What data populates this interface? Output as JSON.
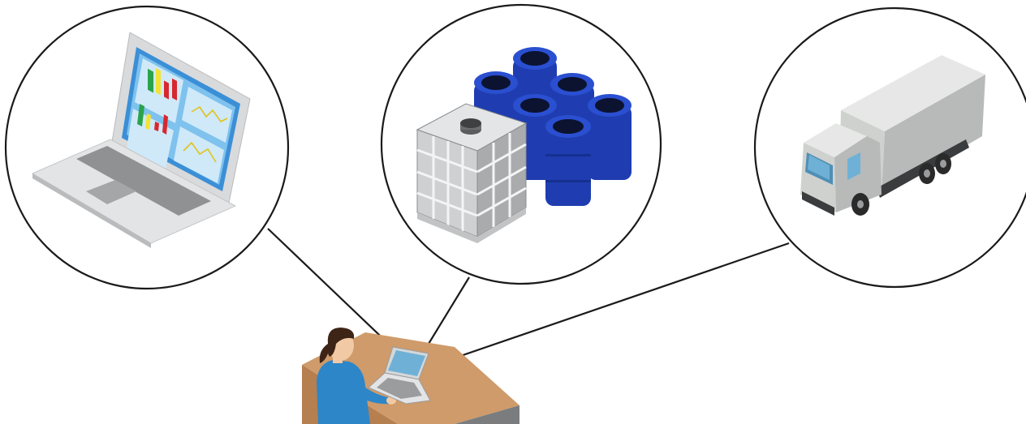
{
  "illustration": {
    "bubbles": [
      {
        "subject": "laptop-dashboard"
      },
      {
        "subject": "containers-ibc-and-drums"
      },
      {
        "subject": "delivery-truck"
      }
    ],
    "colors": {
      "outline": "#1a1a1a",
      "drum_blue": "#1f3db0",
      "truck_gray": "#c9cbc9",
      "shirt_blue": "#2d86c8",
      "desk_wood": "#cf9b6a"
    }
  }
}
